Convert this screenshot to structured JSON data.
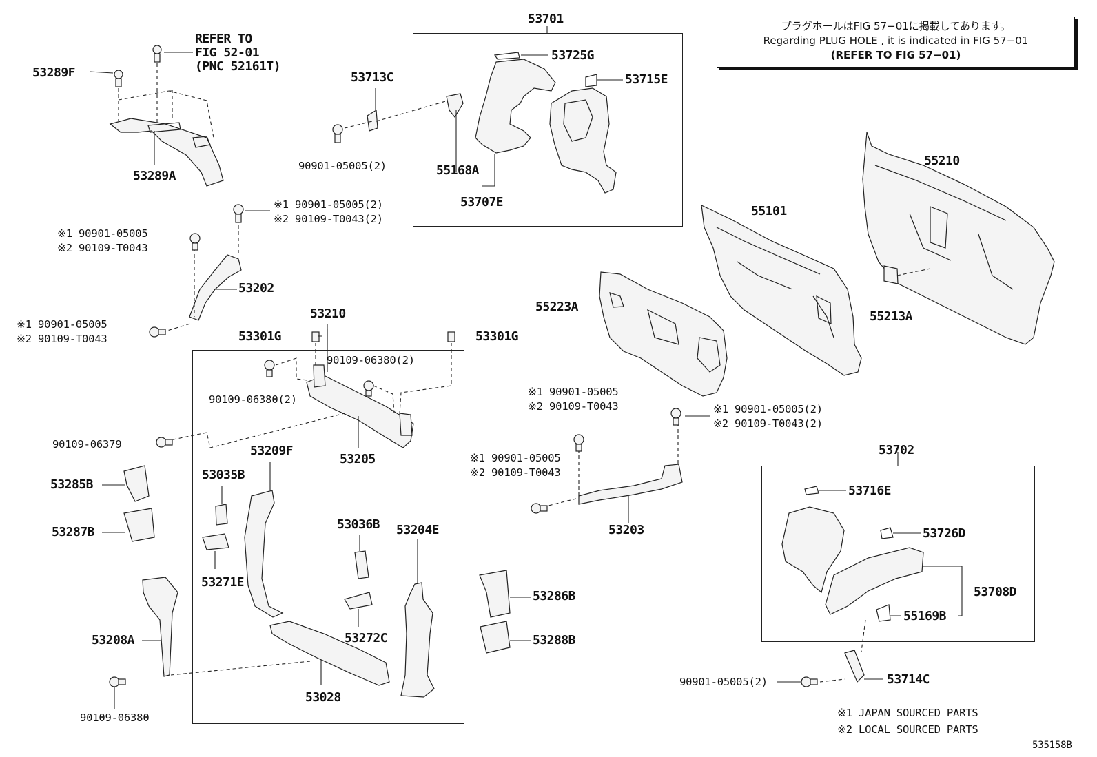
{
  "notice": {
    "line_jp": "プラグホールはFIG 57−01に掲載してあります。",
    "line_en": "Regarding PLUG HOLE , it is indicated in FIG 57−01",
    "line_ref": "(REFER TO FIG 57−01)"
  },
  "refer": {
    "line1": "REFER TO",
    "line2": "FIG 52-01",
    "line3": "(PNC 52161T)"
  },
  "labels": {
    "p53289F": "53289F",
    "p53289A": "53289A",
    "p53701": "53701",
    "p53725G": "53725G",
    "p53715E": "53715E",
    "p53713C": "53713C",
    "p90901_05005_2a": "90901-05005(2)",
    "p55168A": "55168A",
    "p53707E": "53707E",
    "p55210": "55210",
    "p55101": "55101",
    "p55223A": "55223A",
    "p55213A": "55213A",
    "n1_90901_05005_2a": "※1 90901-05005(2)",
    "n2_90109_T0043_2a": "※2 90109-T0043(2)",
    "n1_90901_05005a": "※1 90901-05005",
    "n2_90109_T0043a": "※2 90109-T0043",
    "p53202": "53202",
    "n1_90901_05005b": "※1 90901-05005",
    "n2_90109_T0043b": "※2 90109-T0043",
    "p53210": "53210",
    "p53301G_a": "53301G",
    "p53301G_b": "53301G",
    "p90109_06380_2a": "90109-06380(2)",
    "p90109_06380_2b": "90109-06380(2)",
    "p90109_06379": "90109-06379",
    "p53205": "53205",
    "p53209F": "53209F",
    "p53285B": "53285B",
    "p53287B": "53287B",
    "p53035B": "53035B",
    "p53271E": "53271E",
    "p53036B": "53036B",
    "p53204E": "53204E",
    "p53272C": "53272C",
    "p53208A": "53208A",
    "p53028": "53028",
    "p90109_06380": "90109-06380",
    "p53286B": "53286B",
    "p53288B": "53288B",
    "n1_90901_05005c": "※1 90901-05005",
    "n2_90109_T0043c": "※2 90109-T0043",
    "n1_90901_05005_2b": "※1 90901-05005(2)",
    "n2_90109_T0043_2b": "※2 90109-T0043(2)",
    "n1_90901_05005d": "※1 90901-05005",
    "n2_90109_T0043d": "※2 90109-T0043",
    "p53203": "53203",
    "p53702": "53702",
    "p53716E": "53716E",
    "p53726D": "53726D",
    "p53708D": "53708D",
    "p55169B": "55169B",
    "p90901_05005_2b": "90901-05005(2)",
    "p53714C": "53714C"
  },
  "legend": {
    "japan": "※1  JAPAN SOURCED PARTS",
    "local": "※2  LOCAL SOURCED PARTS"
  },
  "figure_id": "535158B"
}
